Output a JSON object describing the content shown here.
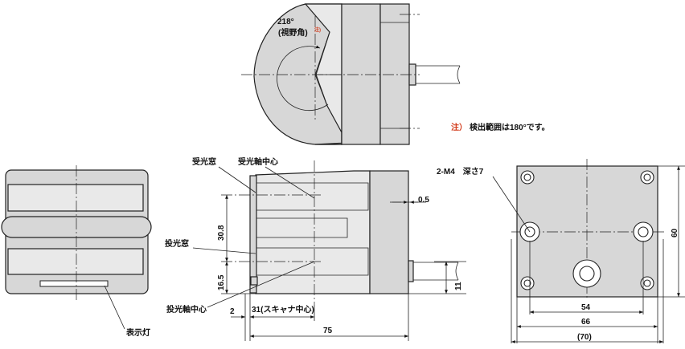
{
  "labels": {
    "angle_value": "218°",
    "angle_caption": "(視野角)",
    "angle_note_mark": "注)",
    "note_mark": "注）",
    "note_text": "検出範囲は180°です。",
    "receiver_window": "受光窓",
    "receiver_axis": "受光軸中心",
    "emitter_window": "投光窓",
    "emitter_axis": "投光軸中心",
    "indicator_lamp": "表示灯",
    "mount_holes": "2-M4　深さ7"
  },
  "dimensions": {
    "d_0_5": "0.5",
    "d_30_8": "30.8",
    "d_16_5": "16.5",
    "d_2": "2",
    "d_31": "31(スキャナ中心)",
    "d_75": "75",
    "d_11": "11",
    "d_54": "54",
    "d_66": "66",
    "d_70": "(70)",
    "d_60": "60"
  }
}
